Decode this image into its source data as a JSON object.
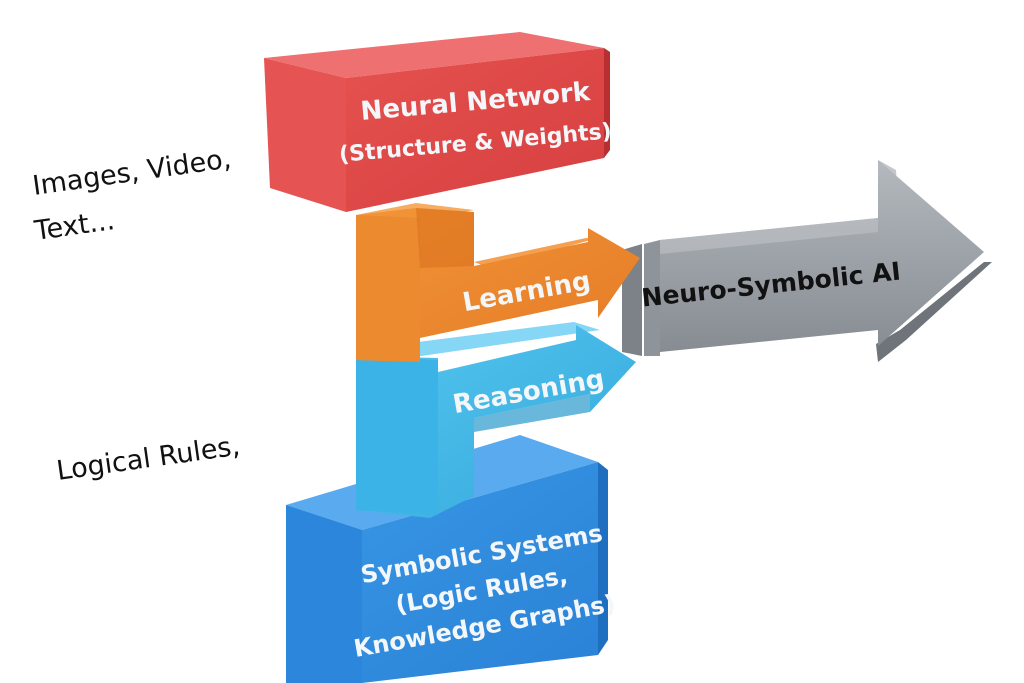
{
  "inputs": {
    "data_label_line1": "Images, Video,",
    "data_label_line2": "Text...",
    "rules_label": "Logical Rules,"
  },
  "blocks": {
    "neural_network": {
      "line1": "Neural Network",
      "line2": "(Structure & Weights)"
    },
    "learning": {
      "label": "Learning"
    },
    "reasoning": {
      "label": "Reasoning"
    },
    "symbolic_systems": {
      "line1": "Symbolic Systems",
      "line2": "(Logic Rules,",
      "line3": "Knowledge Graphs)"
    }
  },
  "output": {
    "label": "Neuro-Symbolic AI"
  },
  "colors": {
    "neural_red": "#e04a4a",
    "learning_orange": "#ee8a30",
    "reasoning_cyan": "#3fb5e6",
    "symbolic_blue": "#2f8ee0",
    "output_gray": "#9aa0a6"
  }
}
